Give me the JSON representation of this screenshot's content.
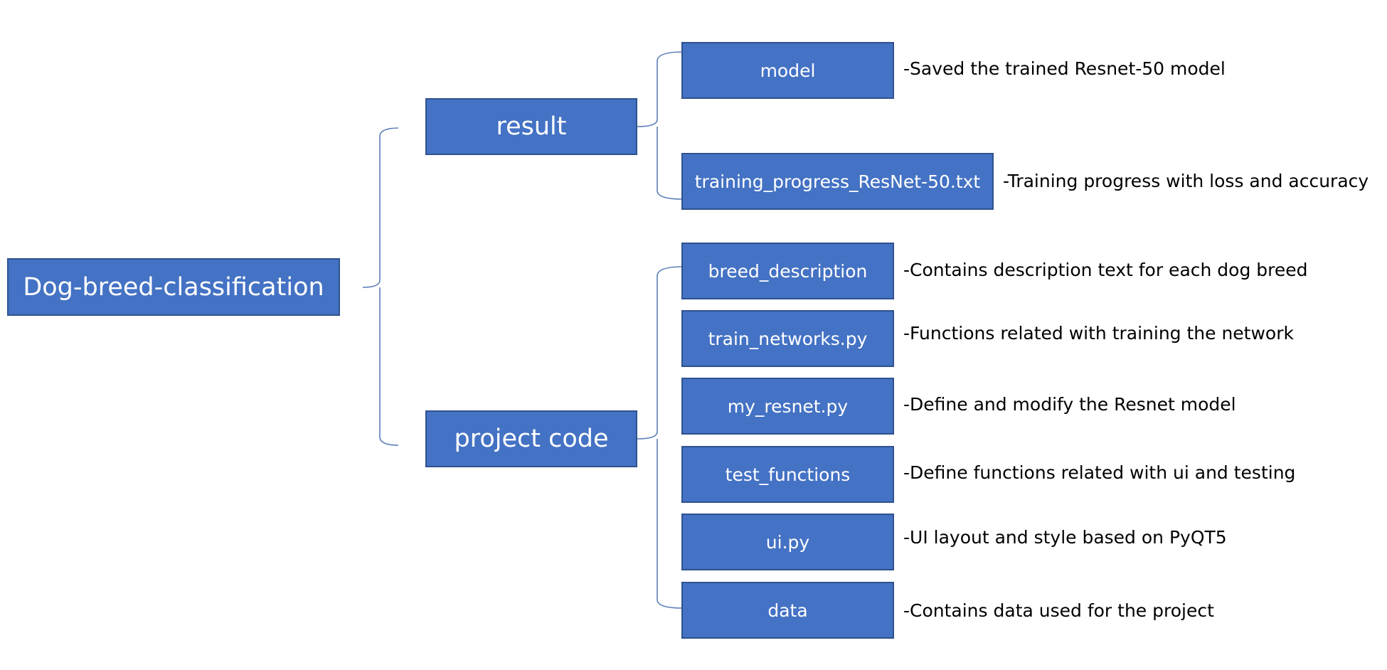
{
  "root": {
    "label": "Dog-breed-classification"
  },
  "branches": [
    {
      "id": "result",
      "label": "result",
      "children": [
        {
          "label": "model",
          "description": "-Saved the trained Resnet-50 model"
        },
        {
          "label": "training_progress_ResNet-50.txt",
          "description": "-Training progress with loss and accuracy"
        }
      ]
    },
    {
      "id": "project-code",
      "label": "project code",
      "children": [
        {
          "label": "breed_description",
          "description": "-Contains description text for each dog breed"
        },
        {
          "label": "train_networks.py",
          "description": "-Functions related with training the network"
        },
        {
          "label": "my_resnet.py",
          "description": "-Define and modify the Resnet model"
        },
        {
          "label": "test_functions",
          "description": "-Define functions related with ui and testing"
        },
        {
          "label": "ui.py",
          "description": "-UI layout and style based on PyQT5"
        },
        {
          "label": "data",
          "description": "-Contains data used for the project"
        }
      ]
    }
  ],
  "colors": {
    "node_fill": "#4472c4",
    "node_border": "#2f528f",
    "node_text": "#ffffff",
    "connector": "#5b7fb8",
    "description_text": "#000000"
  }
}
